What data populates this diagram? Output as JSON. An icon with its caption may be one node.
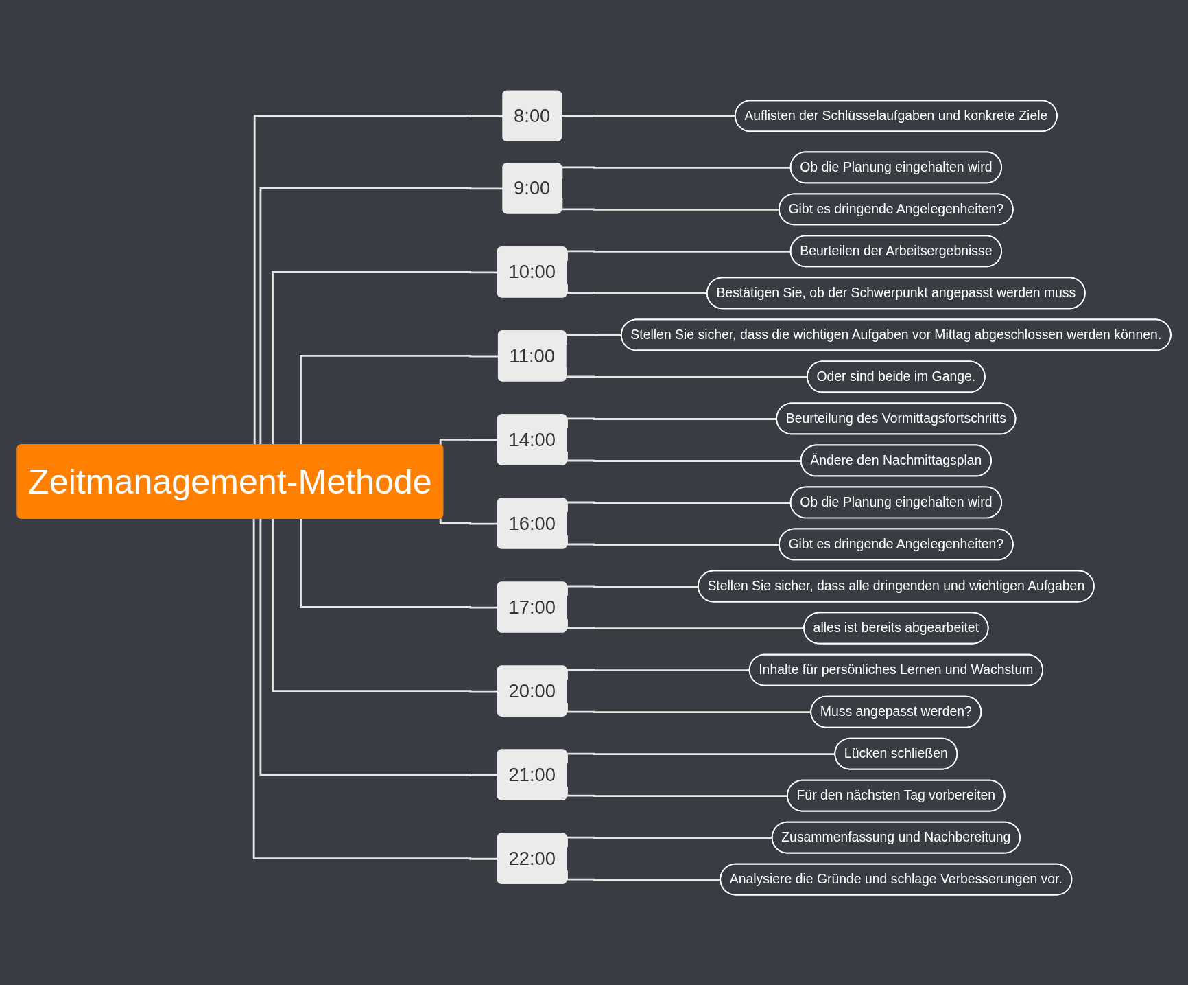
{
  "diagram": {
    "nodes": [
      {
        "text": [
          "Zeitmanagement-Methode"
        ]
      },
      {
        "text": [
          "8:00"
        ]
      },
      {
        "text": [
          "Auflisten der Schlüsselaufgaben und konkrete Ziele"
        ]
      },
      {
        "text": [
          "9:00"
        ]
      },
      {
        "text": [
          "Ob die Planung eingehalten wird"
        ]
      },
      {
        "text": [
          "Gibt es dringende Angelegenheiten?"
        ]
      },
      {
        "text": [
          "10:00"
        ]
      },
      {
        "text": [
          "Beurteilen der Arbeitsergebnisse"
        ]
      },
      {
        "text": [
          "Bestätigen Sie, ob der Schwerpunkt angepasst werden muss"
        ]
      },
      {
        "text": [
          "11:00"
        ]
      },
      {
        "text": [
          "Stellen Sie sicher, dass die wichtigen Aufgaben vor Mittag abgeschlossen werden können."
        ]
      },
      {
        "text": [
          "Oder sind beide im Gange."
        ]
      },
      {
        "text": [
          "14:00"
        ]
      },
      {
        "text": [
          "Beurteilung des Vormittagsfortschritts"
        ]
      },
      {
        "text": [
          "Ändere den Nachmittagsplan"
        ]
      },
      {
        "text": [
          "16:00"
        ]
      },
      {
        "text": [
          "Ob die Planung eingehalten wird"
        ]
      },
      {
        "text": [
          "Gibt es dringende Angelegenheiten?"
        ]
      },
      {
        "text": [
          "17:00"
        ]
      },
      {
        "text": [
          "Stellen Sie sicher, dass alle dringenden und wichtigen Aufgaben"
        ]
      },
      {
        "text": [
          "alles ist bereits abgearbeitet"
        ]
      },
      {
        "text": [
          "20:00"
        ]
      },
      {
        "text": [
          "Inhalte für persönliches Lernen und Wachstum"
        ]
      },
      {
        "text": [
          "Muss angepasst werden?"
        ]
      },
      {
        "text": [
          "21:00"
        ]
      },
      {
        "text": [
          "Lücken schließen"
        ]
      },
      {
        "text": [
          "Für den nächsten Tag vorbereiten"
        ]
      },
      {
        "text": [
          "22:00"
        ]
      },
      {
        "text": [
          "Zusammenfassung und Nachbereitung"
        ]
      },
      {
        "text": [
          "Analysiere die Gründe und schlage Verbesserungen vor."
        ]
      }
    ],
    "edges": [
      {
        "from": 0,
        "to": 1,
        "arrow": "none"
      },
      {
        "from": 1,
        "to": 2,
        "arrow": "none"
      },
      {
        "from": 0,
        "to": 3,
        "arrow": "none"
      },
      {
        "from": 3,
        "to": 4,
        "arrow": "none"
      },
      {
        "from": 3,
        "to": 5,
        "arrow": "none"
      },
      {
        "from": 0,
        "to": 6,
        "arrow": "none"
      },
      {
        "from": 6,
        "to": 7,
        "arrow": "none"
      },
      {
        "from": 6,
        "to": 8,
        "arrow": "none"
      },
      {
        "from": 0,
        "to": 9,
        "arrow": "none"
      },
      {
        "from": 9,
        "to": 10,
        "arrow": "none"
      },
      {
        "from": 9,
        "to": 11,
        "arrow": "none"
      },
      {
        "from": 0,
        "to": 12,
        "arrow": "none"
      },
      {
        "from": 12,
        "to": 13,
        "arrow": "none"
      },
      {
        "from": 12,
        "to": 14,
        "arrow": "none"
      },
      {
        "from": 0,
        "to": 15,
        "arrow": "none"
      },
      {
        "from": 15,
        "to": 16,
        "arrow": "none"
      },
      {
        "from": 15,
        "to": 17,
        "arrow": "none"
      },
      {
        "from": 0,
        "to": 18,
        "arrow": "none"
      },
      {
        "from": 18,
        "to": 19,
        "arrow": "none"
      },
      {
        "from": 18,
        "to": 20,
        "arrow": "none"
      },
      {
        "from": 0,
        "to": 21,
        "arrow": "none"
      },
      {
        "from": 21,
        "to": 22,
        "arrow": "none"
      },
      {
        "from": 21,
        "to": 23,
        "arrow": "none"
      },
      {
        "from": 0,
        "to": 24,
        "arrow": "none"
      },
      {
        "from": 24,
        "to": 25,
        "arrow": "none"
      },
      {
        "from": 24,
        "to": 26,
        "arrow": "none"
      },
      {
        "from": 0,
        "to": 27,
        "arrow": "none"
      },
      {
        "from": 27,
        "to": 28,
        "arrow": "none"
      },
      {
        "from": 27,
        "to": 29,
        "arrow": "none"
      }
    ]
  }
}
